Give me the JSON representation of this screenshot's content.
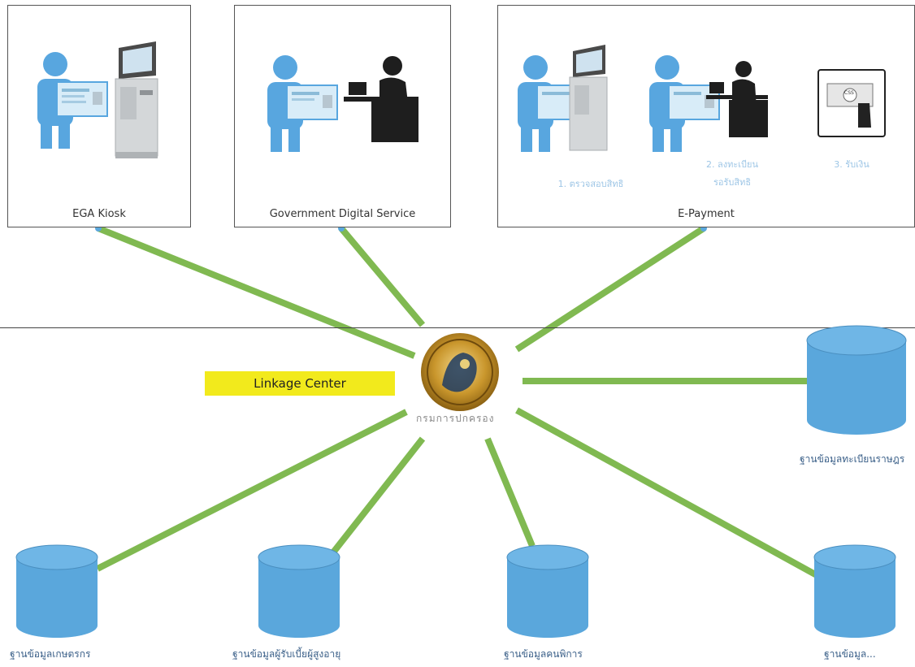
{
  "services": {
    "kiosk": {
      "label": "EGA Kiosk"
    },
    "gds": {
      "label": "Government Digital Service"
    },
    "epayment": {
      "label": "E-Payment",
      "steps": [
        "1. ตรวจสอบสิทธิ",
        "2. ลงทะเบียน",
        "รอรับสิทธิ",
        "3. รับเงิน"
      ],
      "card_text": "CSS"
    }
  },
  "linkage_center": {
    "label": "Linkage Center"
  },
  "seal": {
    "caption": "กรมการปกครอง"
  },
  "databases": [
    {
      "label": "ฐานข้อมูลทะเบียนราษฎร"
    },
    {
      "label": "ฐานข้อมูลเกษตรกร"
    },
    {
      "label": "ฐานข้อมูลผู้รับเบี้ยผู้สูงอายุ"
    },
    {
      "label": "ฐานข้อมูลคนพิการ"
    },
    {
      "label": "ฐานข้อมูล..."
    }
  ],
  "colors": {
    "line": "#7ab648",
    "db": "#5aa7dc",
    "person": "#58a6df",
    "highlight": "#f2ea1c"
  }
}
